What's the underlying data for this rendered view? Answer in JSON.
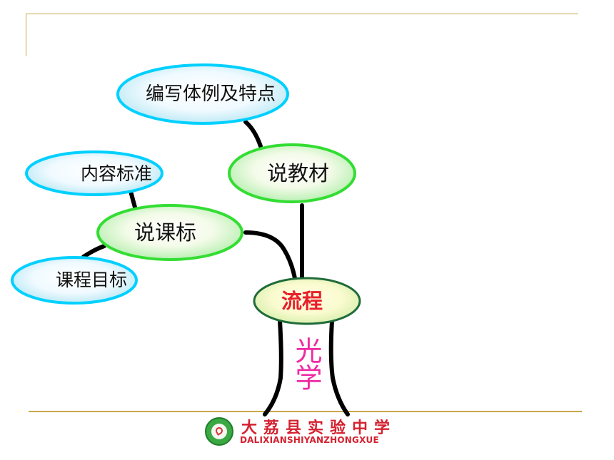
{
  "colors": {
    "frame": "#c9a64a",
    "node_green_border": "#33dd33",
    "node_cyan_border": "#00d0ff",
    "node_fill_inner": "#ffffff",
    "node_fill_outer": "#b9f0b3",
    "root_border": "#1f6b3a",
    "root_text": "#e8202a",
    "vertical_text": "#ee2aa4",
    "school_text": "#d4212f",
    "school_en_text": "#d4212f",
    "branch": "#000000"
  },
  "nodes": {
    "bianxie": "编写体例及特点",
    "jiaocai": "说教材",
    "neirong": "内容标准",
    "kebiao": "说课标",
    "mubiao": "课程目标",
    "liucheng": "流程"
  },
  "vertical_label": "光学",
  "school": {
    "name_cn": "大荔县实验中学",
    "name_en": "DALIXIANSHIYANZHONGXUE"
  }
}
